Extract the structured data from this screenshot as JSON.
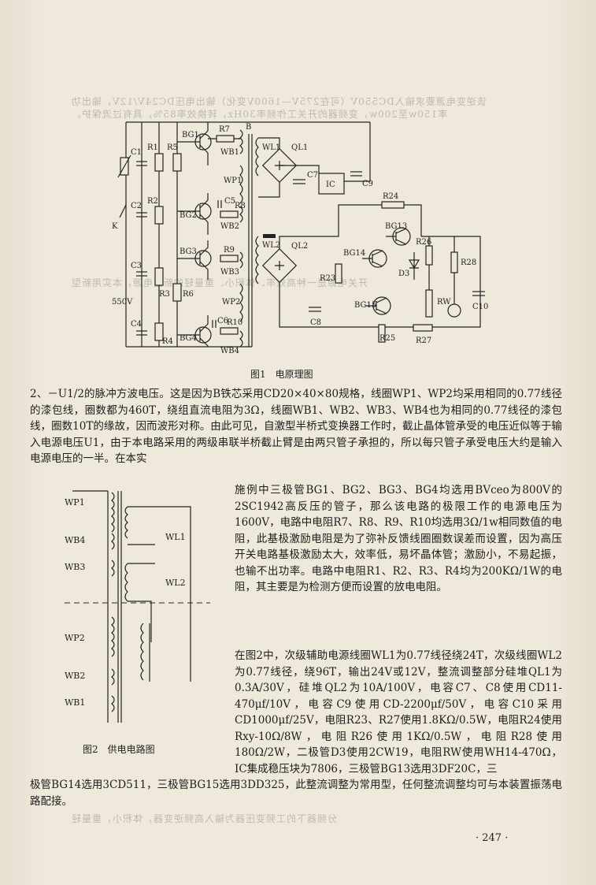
{
  "figure1": {
    "caption": "图1　电原理图",
    "labels": {
      "R7": "R7",
      "B": "B",
      "BG1": "BG1",
      "WB1": "WB1",
      "WL1": "WL1",
      "QL1": "QL1",
      "C1": "C1",
      "R1": "R1",
      "R5": "R5",
      "C7": "C7",
      "IC": "IC",
      "C9": "C9",
      "WP1": "WP1",
      "C2": "C2",
      "R2": "R2",
      "BG2": "BG2",
      "C5": "C5",
      "R8": "R8",
      "WB2": "WB2",
      "K": "K",
      "R24": "R24",
      "BG13": "BG13",
      "R26": "R26",
      "WL2": "WL2",
      "QL2": "QL2",
      "R9": "R9",
      "BG3": "BG3",
      "WB3": "WB3",
      "BG14": "BG14",
      "D3": "D3",
      "R28": "R28",
      "C3": "C3",
      "R23": "R23",
      "R3": "R3",
      "R6": "R6",
      "WP2": "WP2",
      "RW": "RW",
      "C10": "C10",
      "V550": "550V",
      "C8": "C8",
      "BG15": "BG15",
      "C4": "C4",
      "C6": "C6",
      "R10": "R10",
      "R25": "R25",
      "R27": "R27",
      "R4": "R4",
      "BG4": "BG4",
      "WB4": "WB4"
    }
  },
  "paragraph1": "2、－U1/2的脉冲方波电压。这是因为B铁芯采用CD20×40×80规格，线圈WP1、WP2均采用相同的0.77线径的漆包线，圈数都为460T，绕组直流电阻为3Ω，线圈WB1、WB2、WB3、WB4也为相同的0.77线径的漆包线，圈数10T的缘故，因而波形对称。由此可见，自激型半桥式变换器工作时，截止晶体管承受的电压近似等于输入电源电压U1，由于本电路采用的两级串联半桥截止臂是由两只管子承担的，所以每只管子承受电压大约是输入电源电压的一半。在本实",
  "paragraph2": "施例中三极管BG1、BG2、BG3、BG4均选用BVceo为800V的2SC1942高反压的管子，那么该电路的极限工作的电源电压为1600V，电路中电阻R7、R8、R9、R10均选用3Ω/1w相同数值的电阻，此基极激励电阻是为了弥补反馈线圈圈数误差而设置，因为高压开关电路基极激励太大，效率低，易坏晶体管；激励小，不易起振，也输不出功率。电路中电阻R1、R2、R3、R4均为200KΩ/1W的电阻，其主要是为检测方便而设置的放电电阻。",
  "paragraph3": "在图2中，次级辅助电源线圈WL1为0.77线径绕24T，次级线圈WL2为0.77线径，绕96T，输出24V或12V，整流调整部分硅堆QL1为0.3A/30V，硅堆QL2为10A/100V，电容C7、C8使用CD11-470μf/10V，电容C9使用CD-2200μf/50V，电容C10采用CD1000μf/25V，电阻R23、R27使用1.8KΩ/0.5W，电阻R24使用Rxy-10Ω/8W，电阻R26使用1KΩ/0.5W，电阻R28使用180Ω/2W，二极管D3使用2CW19，电阻RW使用WH14-470Ω，IC集成稳压块为7806，三极管BG13选用3DF20C，三",
  "paragraph3b": "极管BG14选用3CD511，三极管BG15选用3DD325，此整流调整为常用型，任何整流调整均可与本装置振荡电路配接。",
  "figure2": {
    "caption": "图2　供电电路图",
    "primary": [
      "WP1",
      "WB4",
      "WB3",
      "WP2",
      "WB2",
      "WB1"
    ],
    "secondary": [
      "WL1",
      "WL2"
    ]
  },
  "ghost_text": {
    "line1": "该逆变电源要求输入DC550V（可在275V—1600V变化）输出电压DC24V/12V，输出功",
    "line2": "率150w至200w，变频器的开关工作频率30Hz，转换效率85%，具有过流保护。",
    "line3": "开关电源是一种高效率、体积小、重量轻的新型电源，本实用新型",
    "line4": "分频器下的工频变压器为输入高频逆变器，体积小，重量轻"
  },
  "page_number": "· 247 ·"
}
